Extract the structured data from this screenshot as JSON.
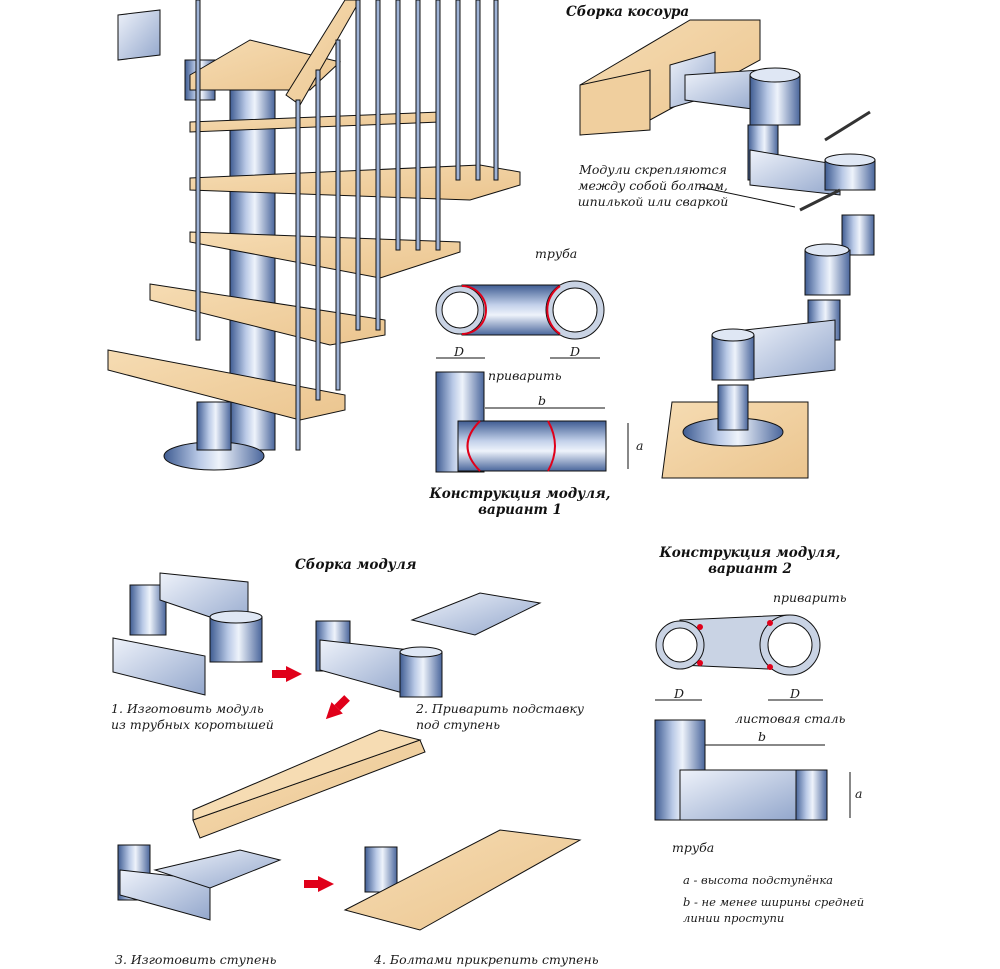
{
  "colors": {
    "wood": "#f3d3a4",
    "wood_edge": "#e2b983",
    "steel_light": "#e8eef8",
    "steel_mid": "#9fb3d6",
    "steel_dark": "#3f5c92",
    "weld": "#e0001a",
    "arrow": "#e0001a",
    "line": "#111111"
  },
  "sections": {
    "stringer_assembly": {
      "title": "Сборка косоура",
      "note_lines": [
        "Модули скрепляются",
        "между собой болтом,",
        "шпилькой или сваркой"
      ]
    },
    "module_variant_1": {
      "label_pipe": "труба",
      "label_weld": "приварить",
      "dim_D": "D",
      "dim_b": "b",
      "dim_a": "a",
      "caption_lines": [
        "Конструкция модуля,",
        "вариант 1"
      ]
    },
    "module_assembly": {
      "title": "Сборка модуля",
      "steps": [
        {
          "lines": [
            "1. Изготовить модуль",
            "из трубных коротышей"
          ]
        },
        {
          "lines": [
            "2. Приварить подставку",
            "под ступень"
          ]
        },
        {
          "lines": [
            "3. Изготовить ступень"
          ]
        },
        {
          "lines": [
            "4. Болтами прикрепить ступень"
          ]
        }
      ]
    },
    "module_variant_2": {
      "title_lines": [
        "Конструкция модуля,",
        "вариант 2"
      ],
      "label_weld": "приварить",
      "label_sheet": "листовая сталь",
      "label_pipe": "труба",
      "dim_D": "D",
      "dim_b": "b",
      "dim_a": "a",
      "legend": [
        "a - высота подступёнка",
        "b - не менее ширины средней",
        "линии проступи"
      ]
    }
  },
  "icons": {
    "process_arrow": "red-striped-arrow",
    "weld_mark": "red-weld-seam"
  }
}
